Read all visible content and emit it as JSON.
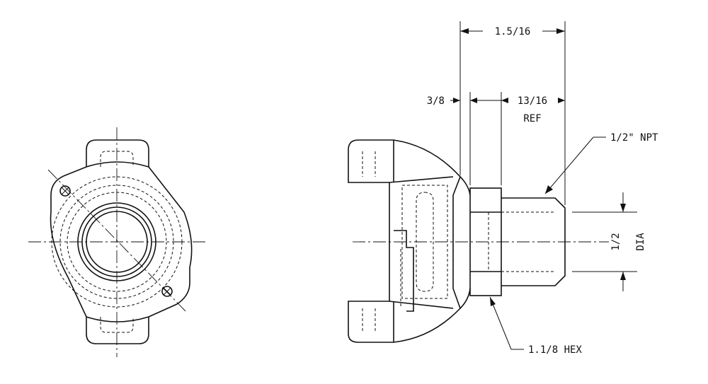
{
  "colors": {
    "ink": "#111111",
    "paper": "#ffffff"
  },
  "dimensions": {
    "overall_length": "1.5/16",
    "flange_width": "3/8",
    "thread_length": "13/16",
    "thread_length_note": "REF",
    "thread_spec": "1/2\" NPT",
    "bore_diameter": "1/2",
    "bore_diameter_note": "DIA",
    "hex_size": "1.1/8 HEX"
  }
}
